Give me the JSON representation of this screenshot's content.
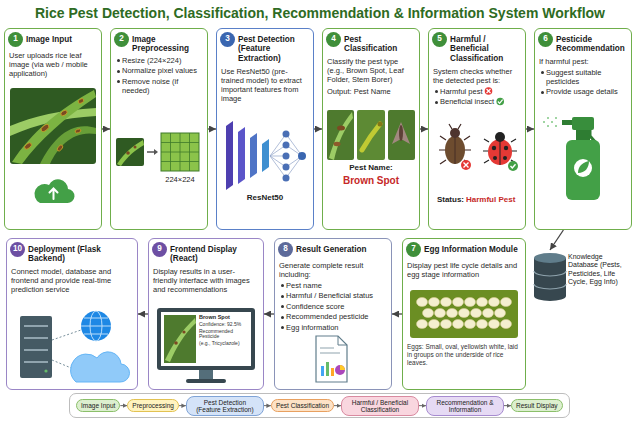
{
  "diagram": {
    "title": "Rice Pest Detection, Classification, Recommendation & Information System Workflow",
    "nodes": [
      {
        "text": [
          "Image Input",
          "User uploads rice leaf image (via web / mobile application)"
        ]
      },
      {
        "text": [
          "1"
        ],
        "in": 0
      },
      {
        "text": [
          "Image Preprocessing",
          "Resize (224×224)",
          "Normalize pixel values",
          "Remove noise (if needed)"
        ]
      },
      {
        "text": [
          "2"
        ],
        "in": 2
      },
      {
        "text": [
          "Pest Detection (Feature Extraction)",
          "Use ResNet50 (pre-trained model) to extract important features from image"
        ]
      },
      {
        "text": [
          "3"
        ],
        "in": 4
      },
      {
        "text": [
          "Pest Classification",
          "Classify the pest type (e.g., Brown Spot, Leaf Folder, Stem Borer)",
          "Output: Pest Name"
        ]
      },
      {
        "text": [
          "4"
        ],
        "in": 6
      },
      {
        "text": [
          "Harmful / Beneficial Classification",
          "System checks whether the detected pest is:",
          "Harmful pest",
          "Beneficial insect"
        ]
      },
      {
        "text": [
          "5"
        ],
        "in": 8
      },
      {
        "text": [
          "Pesticide Recommendation",
          "If harmful pest:",
          "Suggest suitable pesticides",
          "Provide usage details"
        ]
      },
      {
        "text": [
          "6"
        ],
        "in": 10
      },
      {
        "text": [
          "Knowledge Database (Pests, Pesticides, Life Cycle, Egg Info)"
        ]
      },
      {
        "text": [
          "Egg Information Module",
          "Display pest life cycle details and egg stage information",
          "Eggs: Small, oval, yellowish white, laid in groups on the underside of rice leaves."
        ]
      },
      {
        "text": [
          "7"
        ],
        "in": 13
      },
      {
        "text": [
          "Result Generation",
          "Generate complete result including:",
          "Pest name",
          "Harmful / Beneficial status",
          "Confidence score",
          "Recommended pesticide",
          "Egg information"
        ]
      },
      {
        "text": [
          "8"
        ],
        "in": 15
      },
      {
        "text": [
          "Frontend Display (React)",
          "Display results in a user-friendly interface with images and recommendations"
        ]
      },
      {
        "text": [
          "9"
        ],
        "in": 17
      },
      {
        "text": [
          "Deployment (Flask Backend)",
          "Connect model, database and frontend and provide real-time prediction service"
        ]
      },
      {
        "text": [
          "10"
        ],
        "in": 19
      },
      {
        "text": [
          "Image Input"
        ]
      },
      {
        "text": [
          "Preprocessing"
        ]
      },
      {
        "text": [
          "Pest Detection (Feature Extraction)"
        ]
      },
      {
        "text": [
          "Pest Classification"
        ]
      },
      {
        "text": [
          "Harmful / Beneficial Classification"
        ]
      },
      {
        "text": [
          "Recommendation & Information"
        ]
      },
      {
        "text": [
          "Result Display"
        ]
      }
    ],
    "edges": [
      {
        "from": 0,
        "to": 2,
        "arrow": "to"
      },
      {
        "from": 2,
        "to": 4,
        "arrow": "to"
      },
      {
        "from": 4,
        "to": 6,
        "arrow": "to"
      },
      {
        "from": 6,
        "to": 8,
        "arrow": "to"
      },
      {
        "from": 8,
        "to": 10,
        "arrow": "to"
      },
      {
        "from": 10,
        "to": 12,
        "arrow": "to"
      },
      {
        "from": 13,
        "to": 15,
        "arrow": "to"
      },
      {
        "from": 15,
        "to": 17,
        "arrow": "to"
      },
      {
        "from": 17,
        "to": 19,
        "arrow": "to"
      },
      {
        "from": 21,
        "to": 22,
        "arrow": "to"
      },
      {
        "from": 22,
        "to": 23,
        "arrow": "to"
      },
      {
        "from": 23,
        "to": 24,
        "arrow": "to"
      },
      {
        "from": 24,
        "to": 25,
        "arrow": "to"
      },
      {
        "from": 25,
        "to": 26,
        "arrow": "to"
      },
      {
        "from": 26,
        "to": 27,
        "arrow": "to"
      }
    ],
    "labels": [
      "224×224",
      "ResNet50",
      "Pest Name:",
      "Brown Spot",
      "Status:",
      "Harmful Pest",
      "Brown Spot",
      "Confidence: 92.5%",
      "Recommended Pesticide",
      "(e.g., Tricyclazole)"
    ]
  }
}
